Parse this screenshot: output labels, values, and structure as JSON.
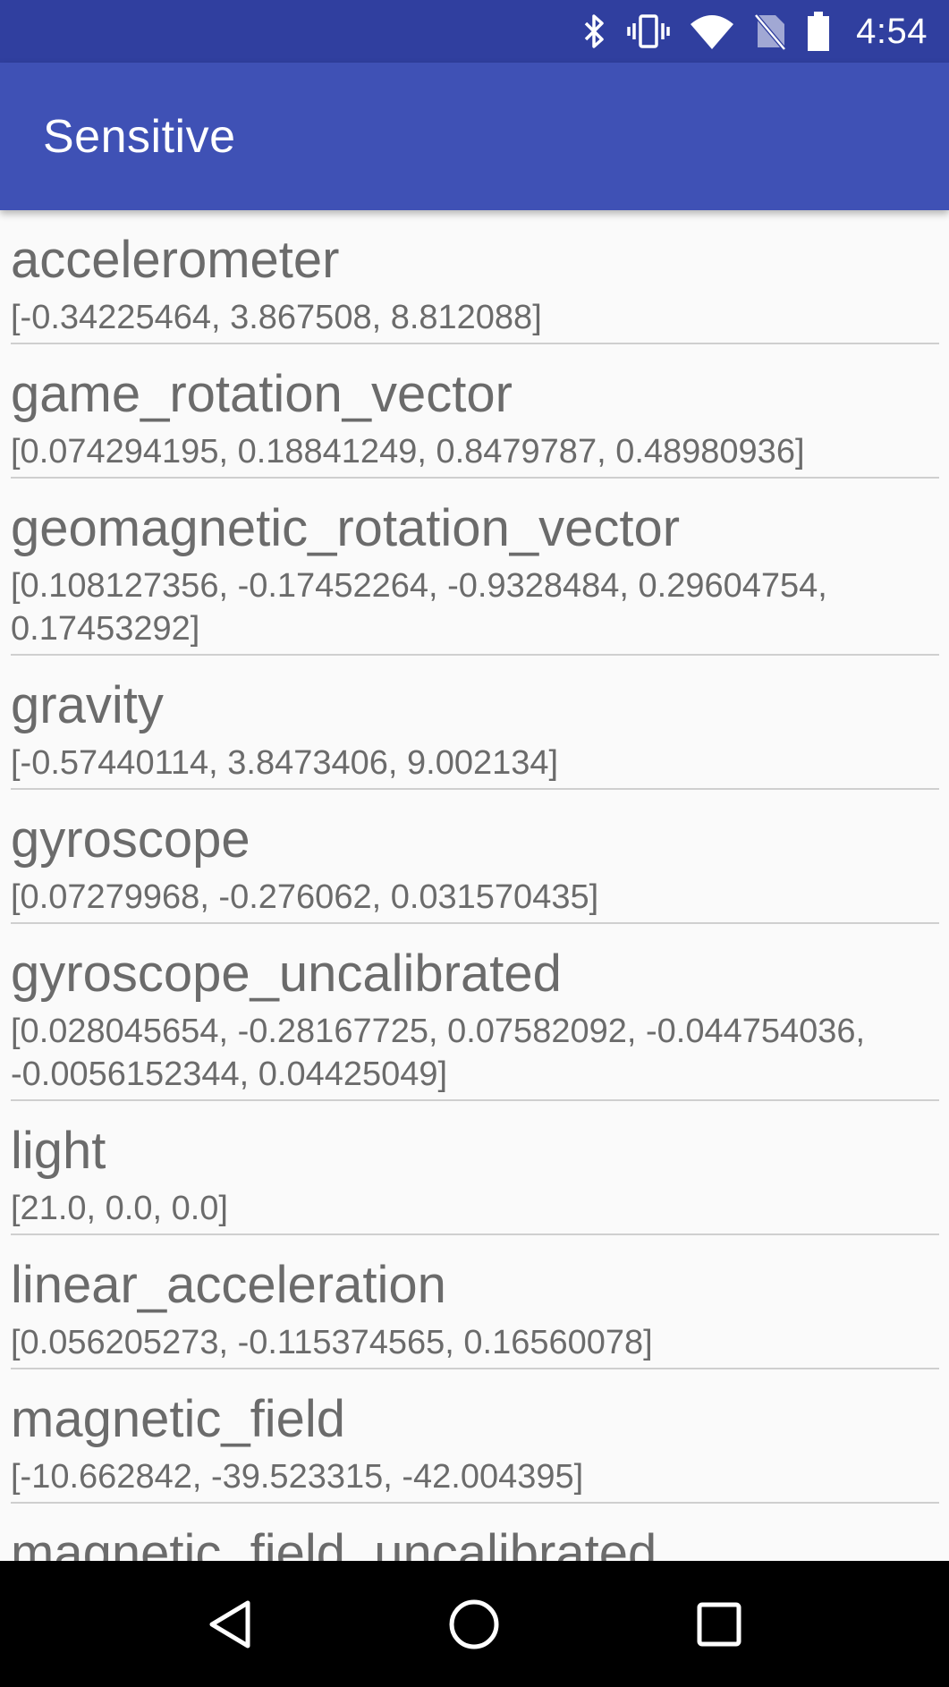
{
  "status_bar": {
    "time": "4:54",
    "icons": [
      "bluetooth-icon",
      "vibrate-icon",
      "wifi-icon",
      "no-sim-icon",
      "battery-icon"
    ]
  },
  "app_bar": {
    "title": "Sensitive"
  },
  "sensors": [
    {
      "name": "accelerometer",
      "values": "[-0.34225464, 3.867508, 8.812088]"
    },
    {
      "name": "game_rotation_vector",
      "values": "[0.074294195, 0.18841249, 0.8479787, 0.48980936]"
    },
    {
      "name": "geomagnetic_rotation_vector",
      "values": "[0.108127356, -0.17452264, -0.9328484, 0.29604754, 0.17453292]"
    },
    {
      "name": "gravity",
      "values": "[-0.57440114, 3.8473406, 9.002134]"
    },
    {
      "name": "gyroscope",
      "values": "[0.07279968, -0.276062, 0.031570435]"
    },
    {
      "name": "gyroscope_uncalibrated",
      "values": "[0.028045654, -0.28167725, 0.07582092, -0.044754036, -0.0056152344, 0.04425049]"
    },
    {
      "name": "light",
      "values": "[21.0, 0.0, 0.0]"
    },
    {
      "name": "linear_acceleration",
      "values": "[0.056205273, -0.115374565, 0.16560078]"
    },
    {
      "name": "magnetic_field",
      "values": "[-10.662842, -39.523315, -42.004395]"
    },
    {
      "name": "magnetic_field_uncalibrated",
      "values": ""
    }
  ],
  "nav_bar": {
    "icons": [
      "back-icon",
      "home-icon",
      "recents-icon"
    ]
  },
  "colors": {
    "status_bar": "#303f9f",
    "app_bar": "#3f51b5",
    "text": "#6b6b6b",
    "divider": "#cfcfcf"
  }
}
